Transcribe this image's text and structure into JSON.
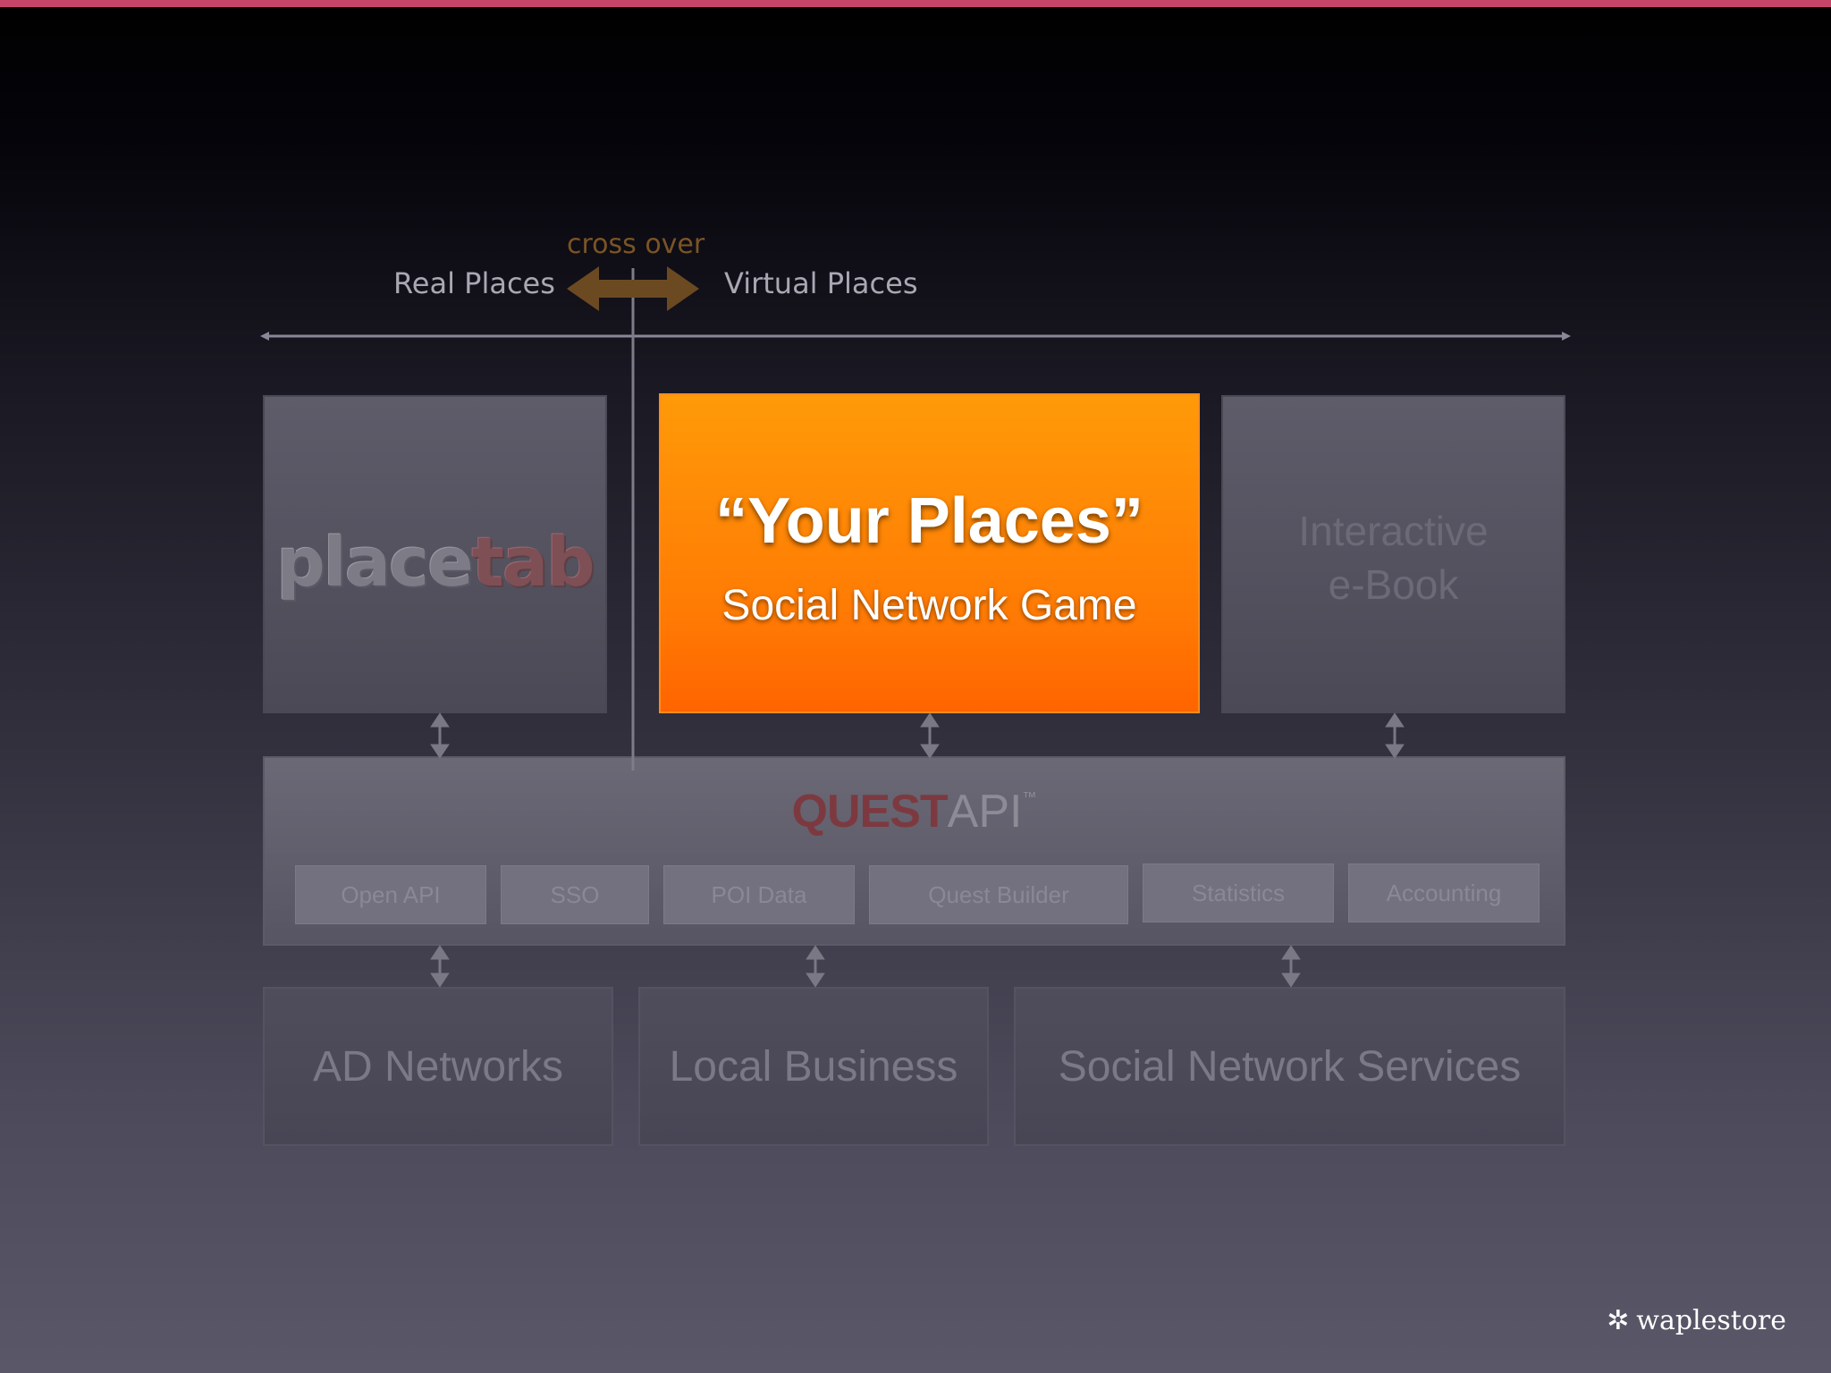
{
  "axis": {
    "left_label": "Real Places",
    "right_label": "Virtual Places",
    "cross_label": "cross over"
  },
  "top_boxes": {
    "placetab": {
      "part1": "place",
      "part2": "tab"
    },
    "your_places": {
      "title": "“Your Places”",
      "subtitle": "Social Network Game"
    },
    "ebook": {
      "line1": "Interactive",
      "line2": "e-Book"
    }
  },
  "quest_api": {
    "logo_quest": "QUEST",
    "logo_api": "API",
    "logo_tm": "™",
    "modules": [
      "Open API",
      "SSO",
      "POI Data",
      "Quest Builder",
      "Statistics",
      "Accounting"
    ]
  },
  "bottom_boxes": [
    "AD Networks",
    "Local Business",
    "Social Network Services"
  ],
  "brand": {
    "icon": "waplestore-logo-icon",
    "name": "waplestore"
  },
  "colors": {
    "accent_orange": "#ff7a04",
    "top_bar": "#c8456a",
    "crossover_arrow": "#7a5426",
    "quest_red": "#7c3a40"
  }
}
